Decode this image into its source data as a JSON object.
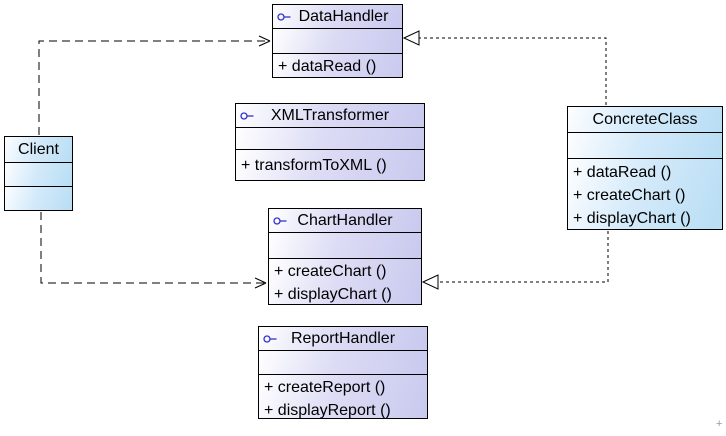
{
  "diagram": {
    "type": "uml-class-diagram",
    "classes": {
      "data_handler": {
        "name": "DataHandler",
        "attributes": [],
        "methods": [
          "+ dataRead ()"
        ]
      },
      "xml_transformer": {
        "name": "XMLTransformer",
        "attributes": [],
        "methods": [
          "+ transformToXML ()"
        ]
      },
      "chart_handler": {
        "name": "ChartHandler",
        "attributes": [],
        "methods": [
          "+ createChart ()",
          "+ displayChart ()"
        ]
      },
      "report_handler": {
        "name": "ReportHandler",
        "attributes": [],
        "methods": [
          "+ createReport ()",
          "+ displayReport ()"
        ]
      },
      "client": {
        "name": "Client",
        "attributes": [],
        "methods": []
      },
      "concrete_class": {
        "name": "ConcreteClass",
        "attributes": [],
        "methods": [
          "+ dataRead ()",
          "+ createChart ()",
          "+ displayChart ()"
        ]
      }
    },
    "relationships": [
      {
        "from": "Client",
        "to": "DataHandler",
        "type": "dependency",
        "line_style": "dashed",
        "arrowhead": "open"
      },
      {
        "from": "Client",
        "to": "ChartHandler",
        "type": "dependency",
        "line_style": "dashed",
        "arrowhead": "open"
      },
      {
        "from": "ConcreteClass",
        "to": "DataHandler",
        "type": "realization",
        "line_style": "dotted",
        "arrowhead": "hollow-triangle"
      },
      {
        "from": "ConcreteClass",
        "to": "ChartHandler",
        "type": "realization",
        "line_style": "dotted",
        "arrowhead": "hollow-triangle"
      }
    ],
    "icons": {
      "interface_lollipop": "interface-lollipop-icon"
    },
    "corner_artifact": "+"
  },
  "colors": {
    "background": "#ffffff",
    "box_border": "#000000",
    "lavender_fill_end": "#c9c9ef",
    "blue_fill_end": "#b8ddf4",
    "icon_blue": "#3333cc",
    "line": "#000000",
    "text": "#000000"
  }
}
